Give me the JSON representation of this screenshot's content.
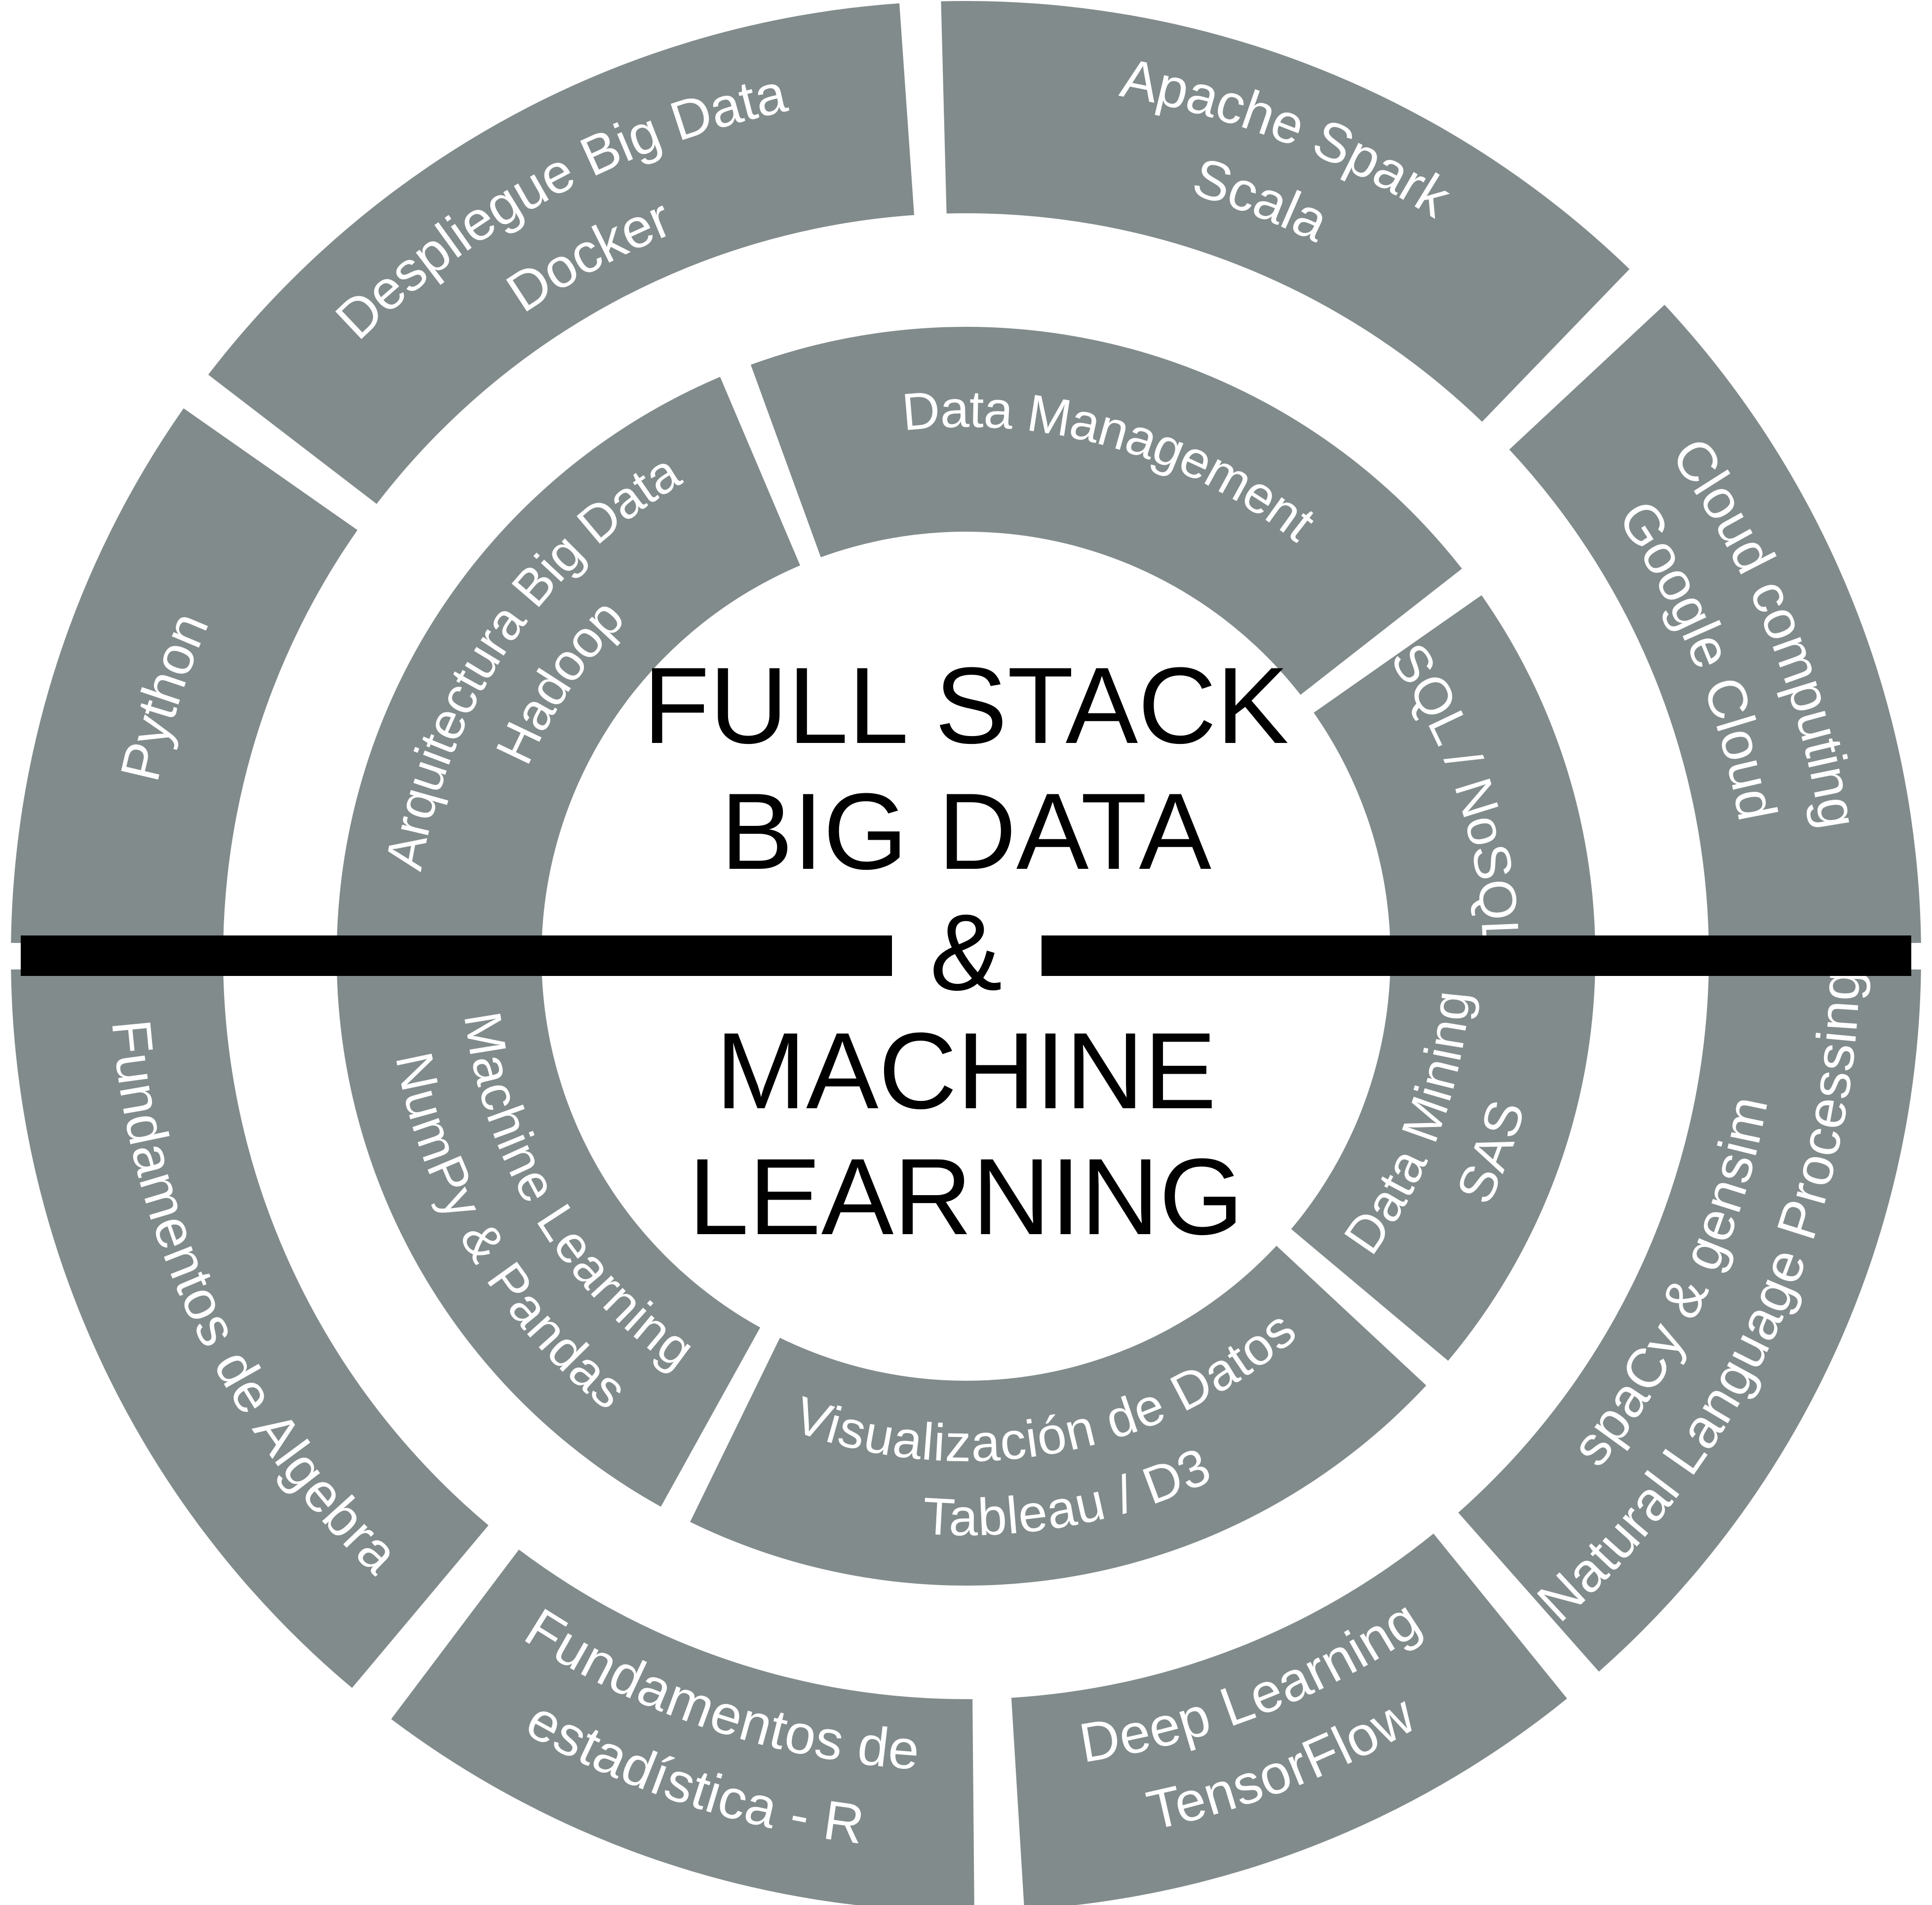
{
  "center": {
    "lines": [
      "FULL STACK",
      "BIG DATA",
      "&",
      "MACHINE",
      "LEARNING"
    ]
  },
  "colors": {
    "segment_fill": "#828b8b",
    "label_text": "#ffffff",
    "divider": "#000000",
    "center_text": "#000000",
    "background": "#ffffff"
  },
  "outer_ring": [
    {
      "id": "python",
      "lines": [
        "Python"
      ]
    },
    {
      "id": "despliegue",
      "lines": [
        "Despliegue Big Data",
        "Docker"
      ]
    },
    {
      "id": "spark",
      "lines": [
        "Apache Spark",
        "Scala"
      ]
    },
    {
      "id": "cloud",
      "lines": [
        "Cloud computing",
        "Google Cloud"
      ]
    },
    {
      "id": "nlp",
      "lines": [
        "Natural Language Processing",
        "spaCy & gensim"
      ]
    },
    {
      "id": "deep-learning",
      "lines": [
        "Deep Learning",
        "TensorFlow"
      ]
    },
    {
      "id": "estadistica",
      "lines": [
        "Fundamentos de",
        "estadística - R"
      ]
    },
    {
      "id": "algebra",
      "lines": [
        "Fundamentos de Algebra"
      ]
    }
  ],
  "inner_ring": [
    {
      "id": "arquitectura",
      "lines": [
        "Arquitectura Big Data",
        "Hadoop"
      ]
    },
    {
      "id": "data-management",
      "lines": [
        "Data Management"
      ]
    },
    {
      "id": "sql",
      "lines": [
        "SQL / NoSQL"
      ]
    },
    {
      "id": "data-mining",
      "lines": [
        "Data Mining",
        "SAS"
      ]
    },
    {
      "id": "visualizacion",
      "lines": [
        "Visualización de Datos",
        "Tableau / D3"
      ]
    },
    {
      "id": "machine-learning",
      "lines": [
        "Machine Learning",
        "NumPy & Pandas"
      ]
    }
  ]
}
